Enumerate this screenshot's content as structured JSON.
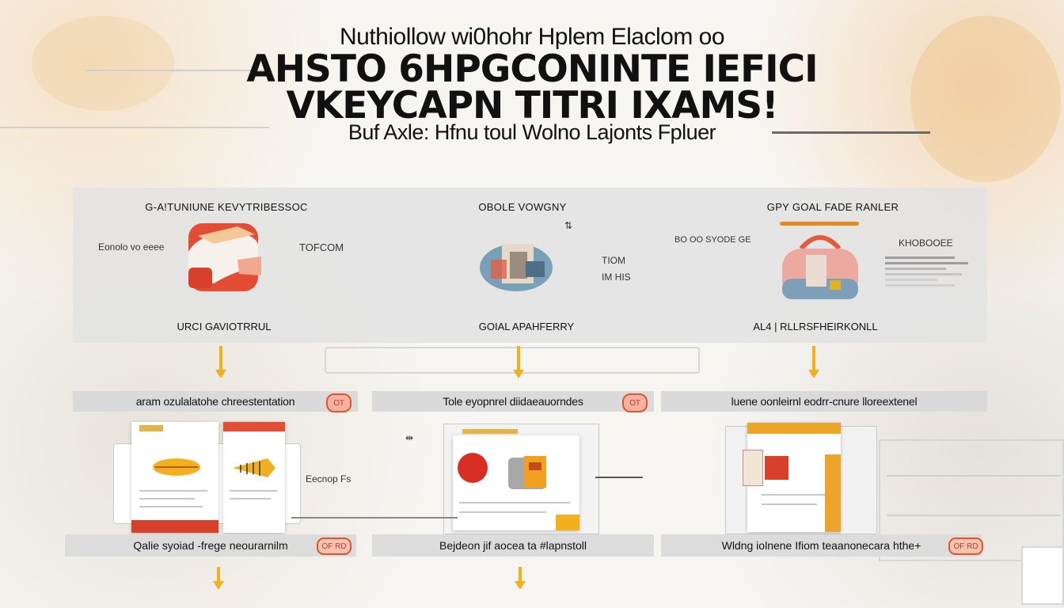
{
  "header": {
    "line1": "Nuthiollow wi0hohr Hplem Elaclom oo",
    "line2": "AHSTO 6HPGCONINTE IEFICI",
    "line3": "VKEYCAPN TITRI IXAMS!",
    "subtitle": "Buf Axle: Hfnu toul Wolno Lajonts Fpluer"
  },
  "columns": [
    {
      "title": "G-A!TUNIUNE KEVYTRIBESSOC",
      "left_label": "Eonolo vo eeee",
      "right_label": "TOFCOM",
      "footer": "URCI GAVIOTRRUL",
      "step_label": "aram ozulalatohe chreestentation",
      "step_badge": "OT",
      "side_label": "Eecnop Fs",
      "bottom_label": "Qalie syoiad -frege neourarnilm",
      "bottom_badge": "OF RD"
    },
    {
      "title": "OBOLE VOWGNY",
      "right_label1": "TIOM",
      "right_label2": "IM HIS",
      "footer": "GOIAL APAHFERRY",
      "step_label": "Tole eyopnrel diidaeauorndes",
      "step_badge": "OT",
      "bottom_label": "Bejdeon jif aocea ta #lapnstoll"
    },
    {
      "title": "GPY GOAL FADE RANLER",
      "left_label": "BO OO SYODE GE",
      "right_label": "KHOBOOEE",
      "footer": "AL4 | RLLRSFHEIRKONLL",
      "step_label": "luene oonleirnl eodrr-cnure lloreextenel",
      "bottom_label": "Wldng iolnene Ifiom teaanonecara hthe+",
      "bottom_badge": "OF RD"
    }
  ],
  "colors": {
    "accent_yellow": "#f2b01e",
    "accent_red": "#e2542c",
    "panel_gray": "#e2e2e2"
  }
}
